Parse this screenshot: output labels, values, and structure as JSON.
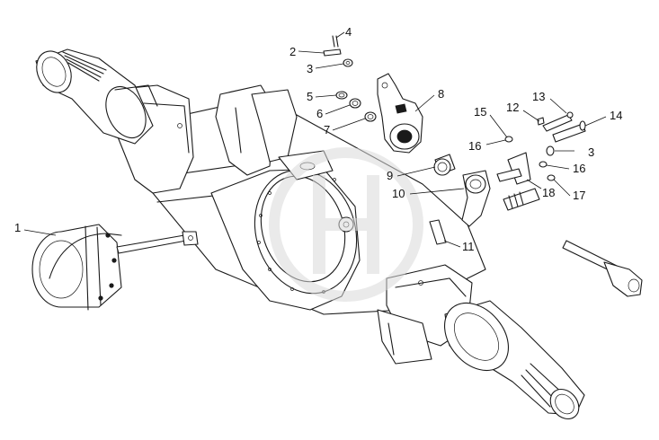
{
  "diagram": {
    "callouts": [
      {
        "id": "c1",
        "label": "1"
      },
      {
        "id": "c2",
        "label": "2"
      },
      {
        "id": "c3a",
        "label": "3"
      },
      {
        "id": "c3b",
        "label": "3"
      },
      {
        "id": "c4",
        "label": "4"
      },
      {
        "id": "c5",
        "label": "5"
      },
      {
        "id": "c6",
        "label": "6"
      },
      {
        "id": "c7",
        "label": "7"
      },
      {
        "id": "c8",
        "label": "8"
      },
      {
        "id": "c9",
        "label": "9"
      },
      {
        "id": "c10",
        "label": "10"
      },
      {
        "id": "c11",
        "label": "11"
      },
      {
        "id": "c12",
        "label": "12"
      },
      {
        "id": "c13",
        "label": "13"
      },
      {
        "id": "c14",
        "label": "14"
      },
      {
        "id": "c15",
        "label": "15"
      },
      {
        "id": "c16a",
        "label": "16"
      },
      {
        "id": "c16b",
        "label": "16"
      },
      {
        "id": "c17",
        "label": "17"
      },
      {
        "id": "c18",
        "label": "18"
      }
    ],
    "colors": {
      "line": "#1a1a1a",
      "background": "#ffffff",
      "watermark": "#d9d9d9"
    }
  }
}
